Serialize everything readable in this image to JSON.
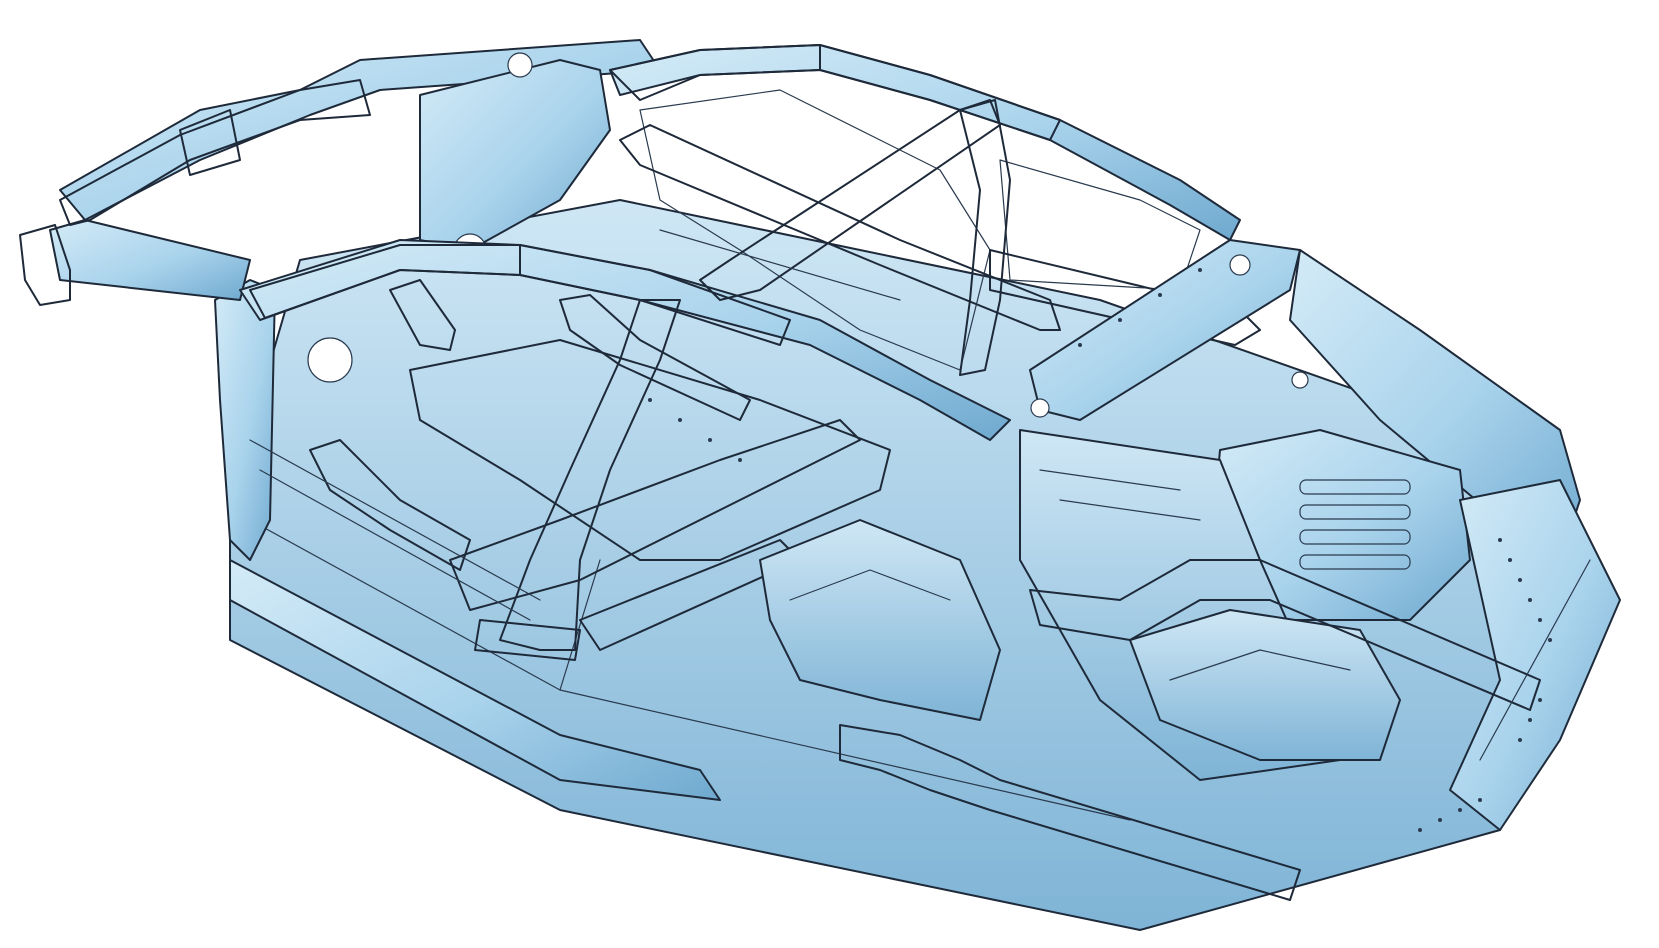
{
  "colors": {
    "background": "#ffffff",
    "body_blue": "#a9d3ec",
    "body_blue_light": "#d4ebf7",
    "body_blue_dark": "#6fa9cf",
    "high_strength_red": "#ee1c1c",
    "medium_strength_pink": "#f5a3a0",
    "outline": "#1e2a3a"
  },
  "diagram": {
    "subject": "car-body-in-white",
    "view": "isometric-rear-three-quarter",
    "highlighted_part_groups": [
      "high_strength_red",
      "medium_strength_pink"
    ]
  }
}
